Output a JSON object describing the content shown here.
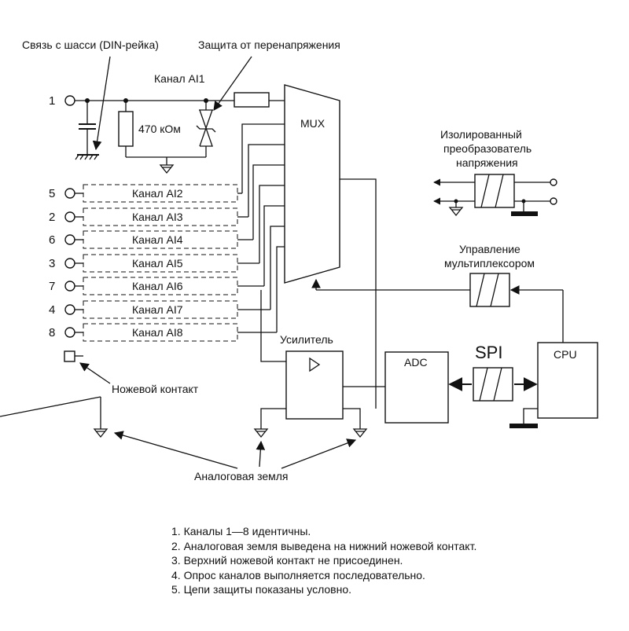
{
  "labels": {
    "chassis_link": "Связь с шасси (DIN-рейка)",
    "overvoltage_protection": "Защита от перенапряжения",
    "channel_ai1": "Канал AI1",
    "resistor_value": "470 кОм",
    "mux": "MUX",
    "isolated_converter": [
      "Изолированный",
      "преобразователь",
      "напряжения"
    ],
    "mux_control": [
      "Управление",
      "мультиплексором"
    ],
    "amplifier": "Усилитель",
    "adc": "ADC",
    "spi": "SPI",
    "cpu": "CPU",
    "blade_contact": "Ножевой контакт",
    "analog_ground": "Аналоговая земля"
  },
  "channels": [
    {
      "pin": "1",
      "name": "Канал AI1"
    },
    {
      "pin": "5",
      "name": "Канал AI2"
    },
    {
      "pin": "2",
      "name": "Канал AI3"
    },
    {
      "pin": "6",
      "name": "Канал AI4"
    },
    {
      "pin": "3",
      "name": "Канал AI5"
    },
    {
      "pin": "7",
      "name": "Канал AI6"
    },
    {
      "pin": "4",
      "name": "Канал AI7"
    },
    {
      "pin": "8",
      "name": "Канал AI8"
    }
  ],
  "notes": [
    "1. Каналы 1—8 идентичны.",
    "2. Аналоговая земля выведена на нижний ножевой контакт.",
    "3. Верхний ножевой контакт не присоединен.",
    "4. Опрос каналов выполняется последовательно.",
    "5. Цепи защиты показаны условно."
  ]
}
